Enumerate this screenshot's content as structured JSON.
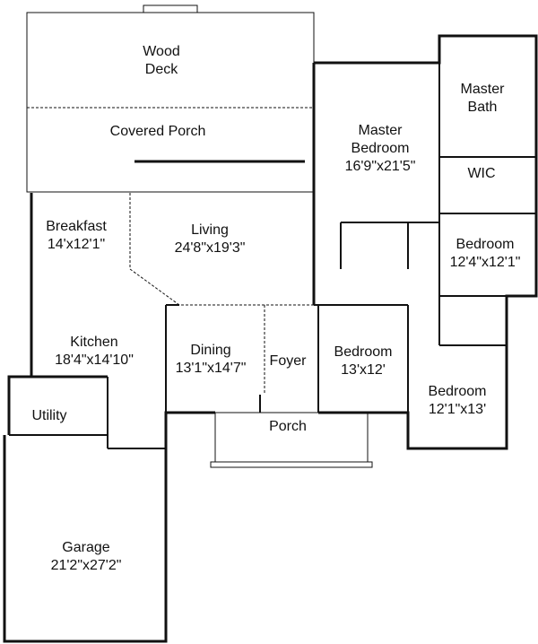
{
  "rooms": {
    "wood_deck": {
      "name": "Wood\nDeck",
      "line1": "Wood",
      "line2": "Deck"
    },
    "covered_porch": {
      "name": "Covered Porch"
    },
    "master_bedroom": {
      "line1": "Master",
      "line2": "Bedroom",
      "size": "16'9\"x21'5\""
    },
    "master_bath": {
      "line1": "Master",
      "line2": "Bath"
    },
    "wic": {
      "name": "WIC"
    },
    "breakfast": {
      "name": "Breakfast",
      "size": "14'x12'1\""
    },
    "living": {
      "name": "Living",
      "size": "24'8\"x19'3\""
    },
    "bedroom_2": {
      "name": "Bedroom",
      "size": "12'4\"x12'1\""
    },
    "kitchen": {
      "name": "Kitchen",
      "size": "18'4\"x14'10\""
    },
    "dining": {
      "name": "Dining",
      "size": "13'1\"x14'7\""
    },
    "foyer": {
      "name": "Foyer"
    },
    "bedroom_3": {
      "name": "Bedroom",
      "size": "13'x12'"
    },
    "bedroom_4": {
      "name": "Bedroom",
      "size": "12'1\"x13'"
    },
    "utility": {
      "name": "Utility"
    },
    "porch": {
      "name": "Porch"
    },
    "garage": {
      "name": "Garage",
      "size": "21'2\"x27'2\""
    }
  }
}
